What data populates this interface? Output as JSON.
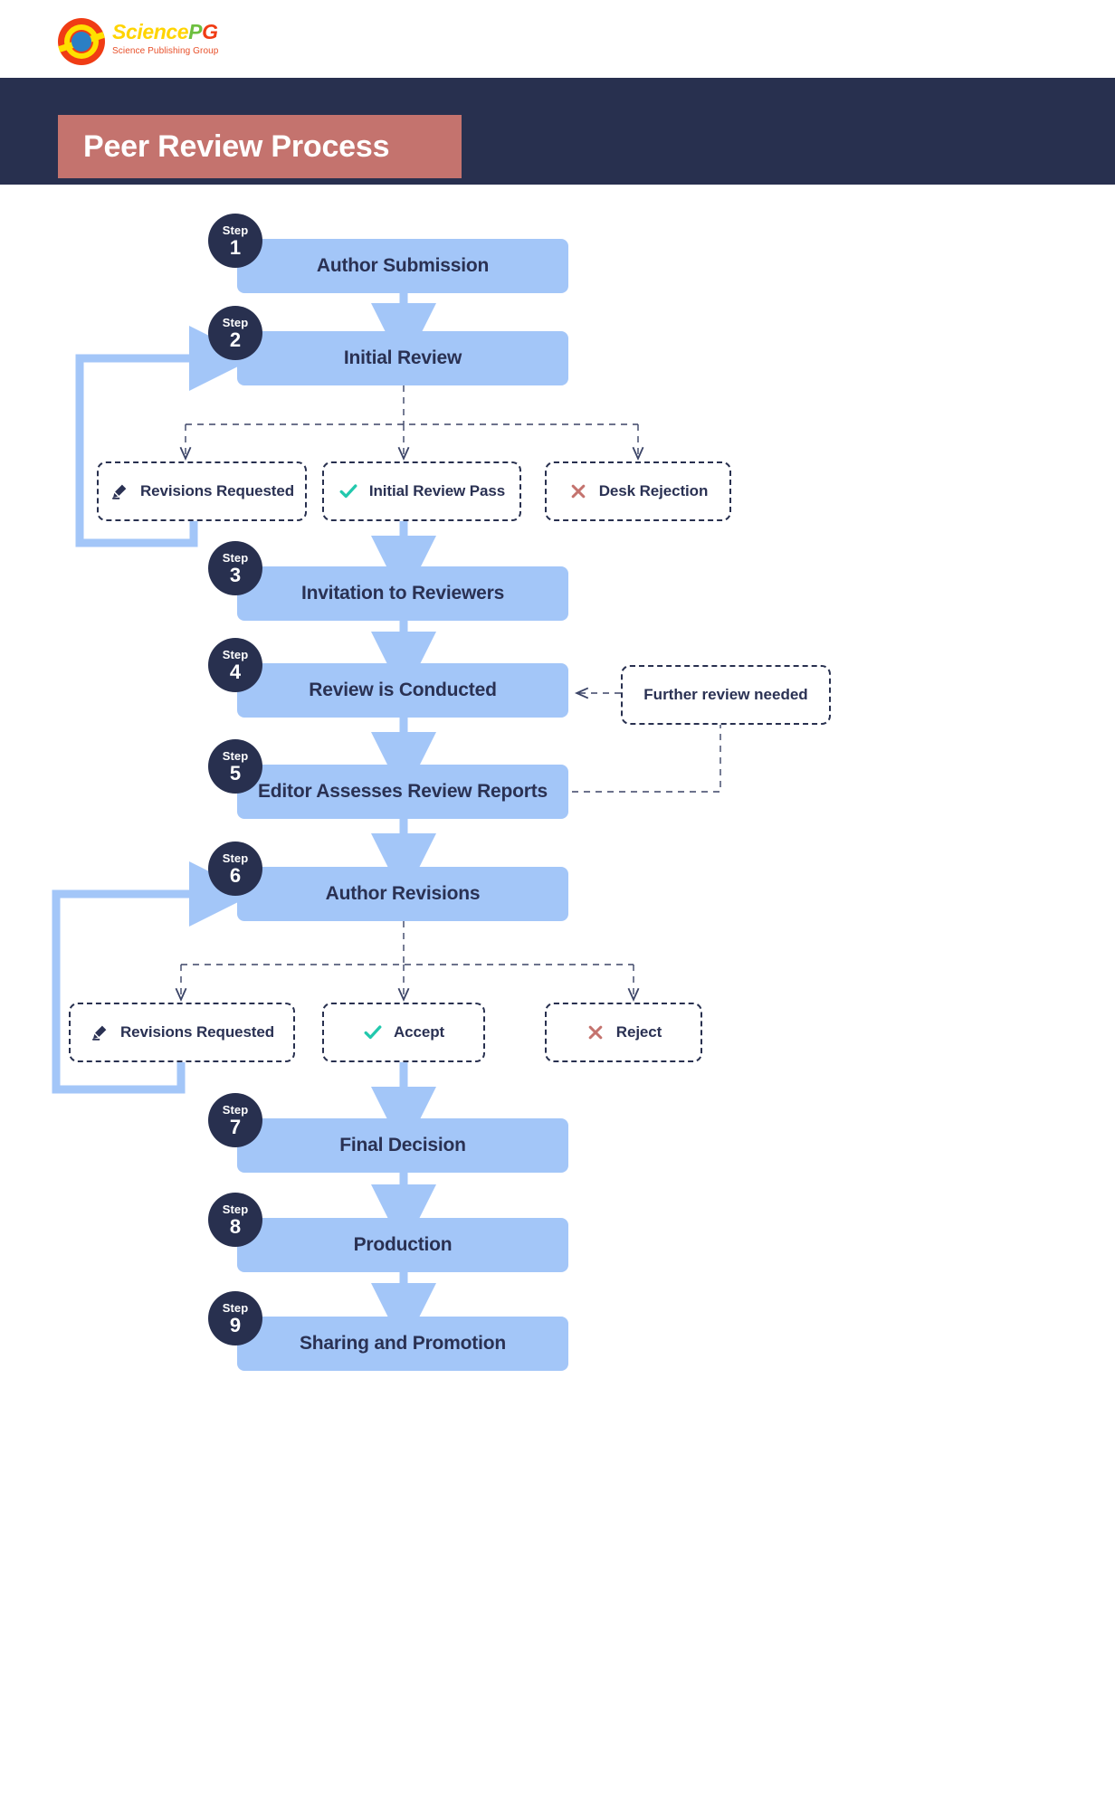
{
  "brand": {
    "name_part1": "Science",
    "name_part2": "P",
    "name_part3": "G",
    "tagline": "Science Publishing Group",
    "logo_icon": "sciencepg-circles-logo"
  },
  "header": {
    "title": "Peer Review Process",
    "band_color": "#28304f",
    "chip_color": "#c4736e"
  },
  "colors": {
    "step_box": "#a3c6f8",
    "step_badge": "#28304f",
    "arrow": "#a3c6f8",
    "dashed_border": "#28304f",
    "accept_green": "#22c8ad",
    "reject_red": "#c4736e",
    "text_dark": "#2a3153"
  },
  "diagram": {
    "type": "flowchart",
    "step_label": "Step",
    "steps": [
      {
        "number": "1",
        "label": "Author Submission"
      },
      {
        "number": "2",
        "label": "Initial Review"
      },
      {
        "number": "3",
        "label": "Invitation to Reviewers"
      },
      {
        "number": "4",
        "label": "Review is Conducted"
      },
      {
        "number": "5",
        "label": "Editor Assesses Review Reports"
      },
      {
        "number": "6",
        "label": "Author Revisions"
      },
      {
        "number": "7",
        "label": "Final Decision"
      },
      {
        "number": "8",
        "label": "Production"
      },
      {
        "number": "9",
        "label": "Sharing and Promotion"
      }
    ],
    "branch_row_1": [
      {
        "label": "Revisions Requested",
        "icon": "pencil-icon"
      },
      {
        "label": "Initial Review Pass",
        "icon": "check-icon"
      },
      {
        "label": "Desk Rejection",
        "icon": "cross-icon"
      }
    ],
    "branch_row_2": [
      {
        "label": "Revisions Requested",
        "icon": "pencil-icon"
      },
      {
        "label": "Accept",
        "icon": "check-icon"
      },
      {
        "label": "Reject",
        "icon": "cross-icon"
      }
    ],
    "notes": [
      {
        "label": "Further review needed"
      }
    ]
  }
}
